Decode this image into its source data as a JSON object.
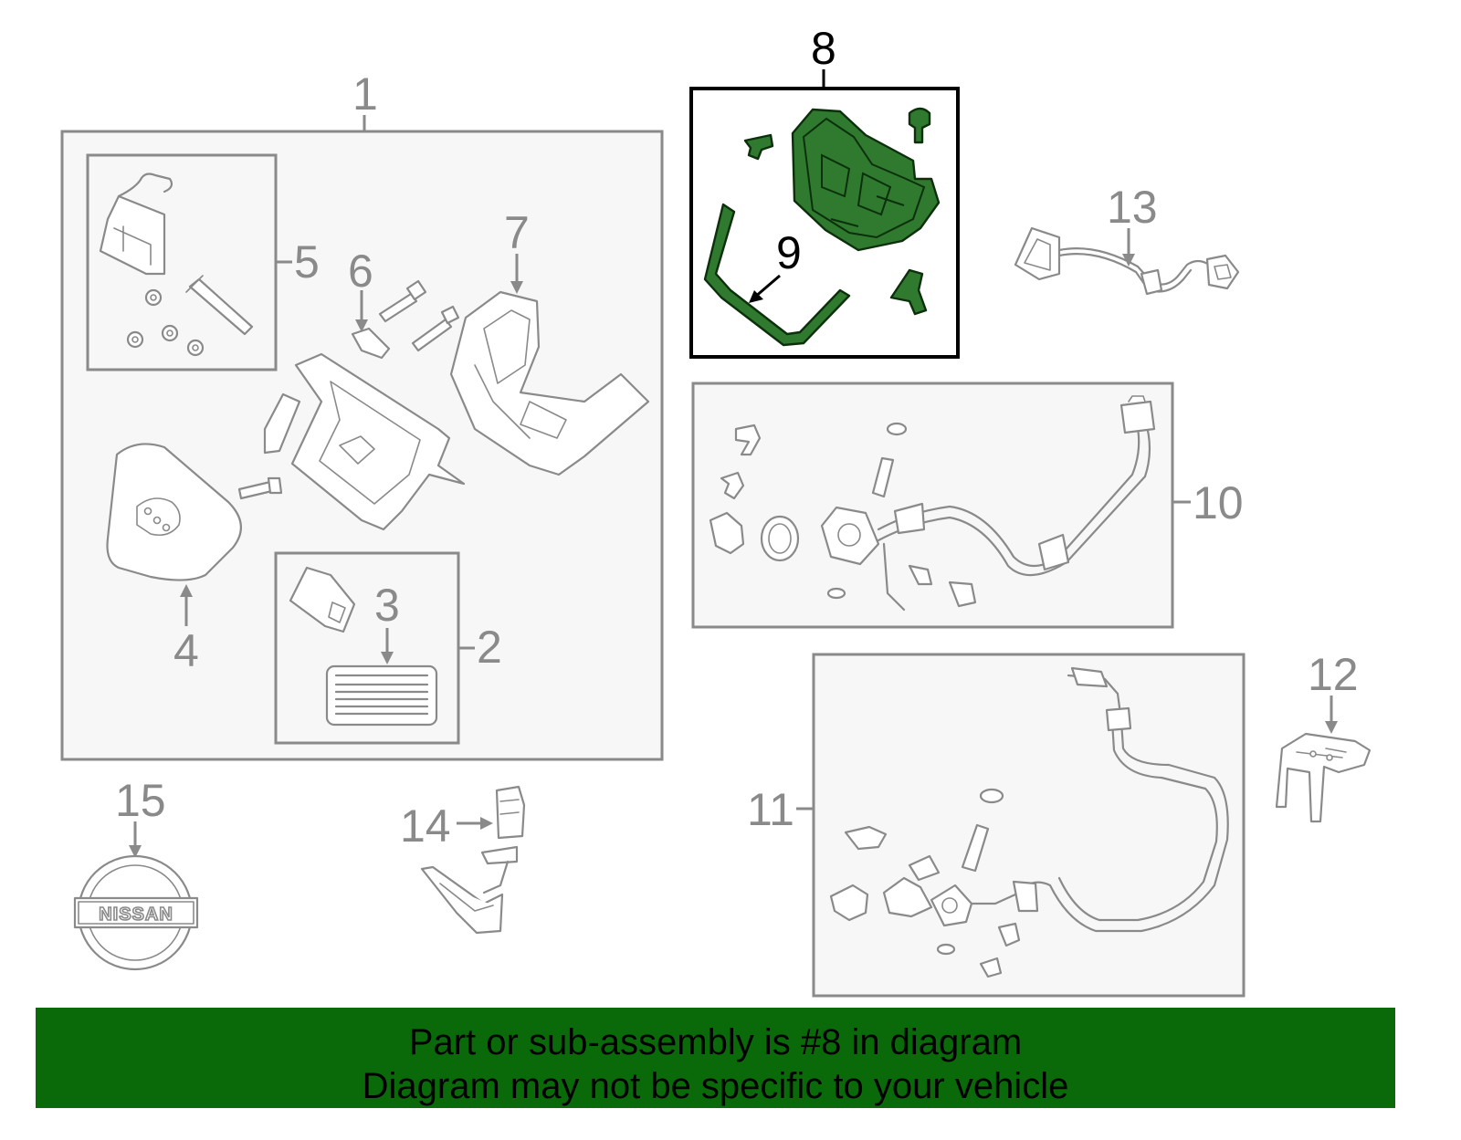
{
  "colors": {
    "highlight_fill": "#2f7a2f",
    "banner_background": "#0a6a0a",
    "part_outline": "#8a8a8a",
    "box_fill": "#f7f7f7"
  },
  "callouts": {
    "c1": "1",
    "c2": "2",
    "c3": "3",
    "c4": "4",
    "c5": "5",
    "c6": "6",
    "c7": "7",
    "c8": "8",
    "c9": "9",
    "c10": "10",
    "c11": "11",
    "c12": "12",
    "c13": "13",
    "c14": "14",
    "c15": "15"
  },
  "emblem": {
    "brand": "NISSAN"
  },
  "banner": {
    "line1": "Part or sub-assembly is #8 in diagram",
    "line2": "Diagram may not be specific to your vehicle"
  },
  "highlighted_part": "8"
}
